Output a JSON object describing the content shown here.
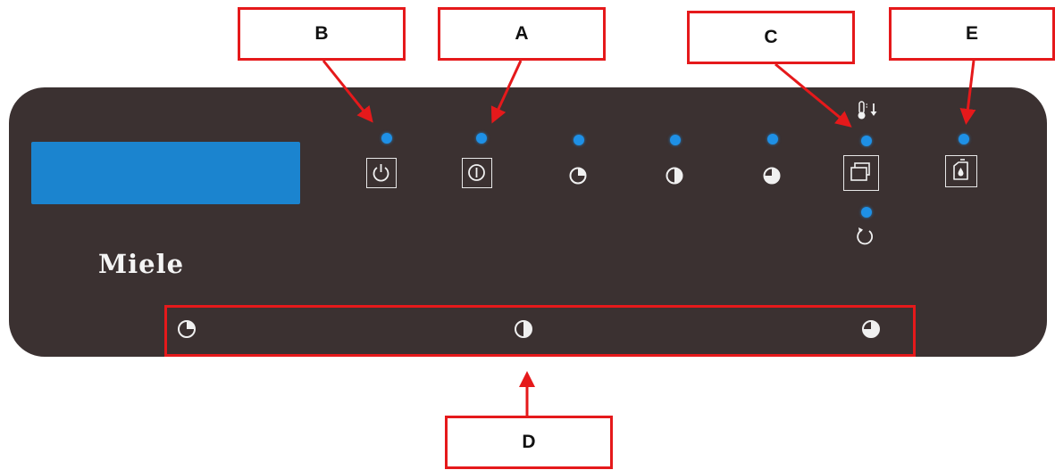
{
  "brand": {
    "name": "Miele"
  },
  "callouts": {
    "a": "A",
    "b": "B",
    "c": "C",
    "d": "D",
    "e": "E"
  },
  "icons": {
    "power_button": "power-icon",
    "start_button": "start-stop-icon",
    "short_program": "pie-quarter-icon",
    "medium_program": "pie-half-icon",
    "long_program": "pie-three-quarter-icon",
    "dry_function": "layers-icon",
    "temperature": "thermometer-down-icon",
    "cycle": "refresh-icon",
    "detergent": "canister-icon"
  },
  "colors": {
    "panel": "#3b3131",
    "display": "#1b84cf",
    "led": "#1e90e6",
    "callout": "#e5191b"
  }
}
